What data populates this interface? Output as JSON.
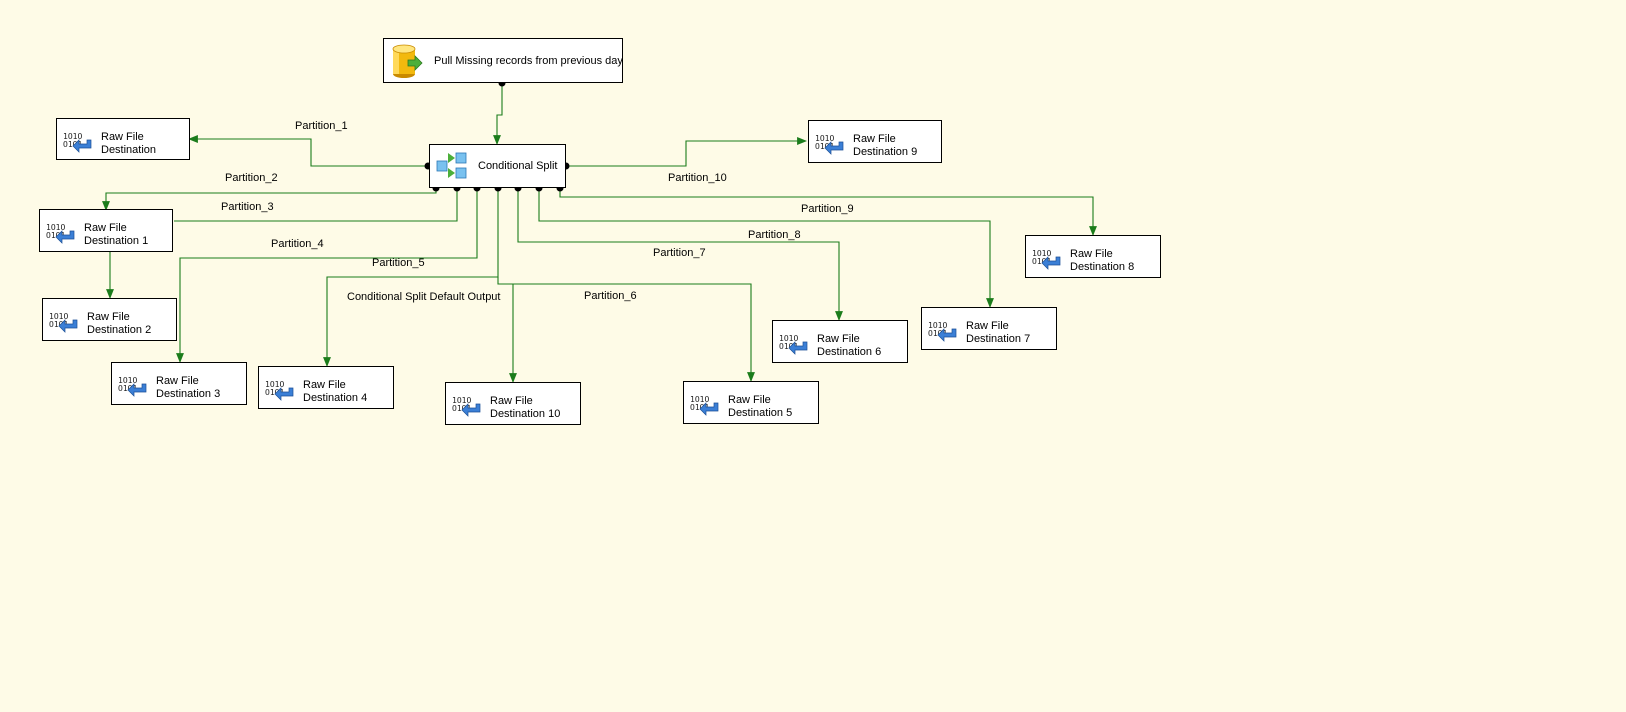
{
  "source": {
    "label": "Pull Missing records from previous day",
    "icon": "database-source-icon"
  },
  "split": {
    "label": "Conditional Split",
    "icon": "conditional-split-icon"
  },
  "destinations": {
    "d0": {
      "line1": "Raw File",
      "line2": "Destination"
    },
    "d1": {
      "line1": "Raw File",
      "line2": "Destination 1"
    },
    "d2": {
      "line1": "Raw File",
      "line2": "Destination 2"
    },
    "d3": {
      "line1": "Raw File",
      "line2": "Destination 3"
    },
    "d4": {
      "line1": "Raw File",
      "line2": "Destination 4"
    },
    "d5": {
      "line1": "Raw File",
      "line2": "Destination 5"
    },
    "d6": {
      "line1": "Raw File",
      "line2": "Destination 6"
    },
    "d7": {
      "line1": "Raw File",
      "line2": "Destination 7"
    },
    "d8": {
      "line1": "Raw File",
      "line2": "Destination 8"
    },
    "d9": {
      "line1": "Raw File",
      "line2": "Destination 9"
    },
    "d10": {
      "line1": "Raw File",
      "line2": "Destination 10"
    }
  },
  "paths": {
    "p1": "Partition_1",
    "p2": "Partition_2",
    "p3": "Partition_3",
    "p4": "Partition_4",
    "p5": "Partition_5",
    "p6": "Partition_6",
    "p7": "Partition_7",
    "p8": "Partition_8",
    "p9": "Partition_9",
    "p10": "Partition_10",
    "default": "Conditional Split Default Output"
  },
  "colors": {
    "background": "#fefbe7",
    "path_line": "#1b7c1b",
    "box_border": "#000000"
  }
}
